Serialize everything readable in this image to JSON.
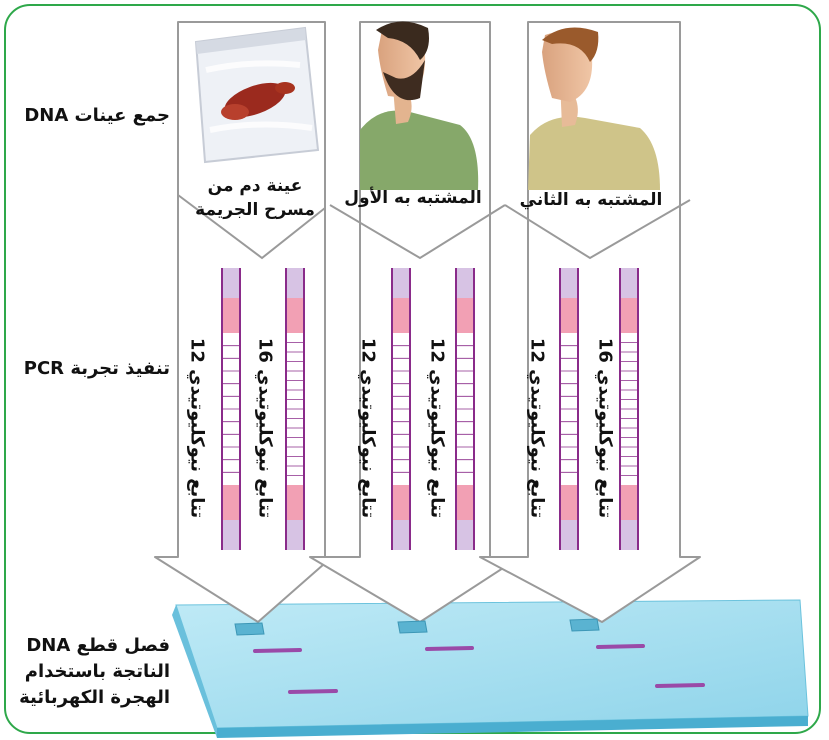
{
  "steps": {
    "collect": "جمع عينات DNA",
    "pcr": "تنفيذ تجربة PCR",
    "separate_line1": "فصل قطع DNA",
    "separate_line2": "الناتجة باستخدام",
    "separate_line3": "الهجرة الكهربائية"
  },
  "samples": [
    {
      "label_line1": "عينة دم من",
      "label_line2": "مسرح الجريمة",
      "picture": "blood-sample-bag",
      "strands": [
        {
          "repeats": 12,
          "text": "12 تتابع نيوكليوتيدي"
        },
        {
          "repeats": 16,
          "text": "16 تتابع نيوكليوتيدي"
        }
      ]
    },
    {
      "label_line1": "المشتبه به الأول",
      "label_line2": "",
      "picture": "bearded-man-profile",
      "strands": [
        {
          "repeats": 12,
          "text": "12 تتابع نيوكليوتيدي"
        },
        {
          "repeats": 12,
          "text": "12 تتابع نيوكليوتيدي"
        }
      ]
    },
    {
      "label_line1": "المشتبه به الثاني",
      "label_line2": "",
      "picture": "young-man-profile",
      "strands": [
        {
          "repeats": 12,
          "text": "12 تتابع نيوكليوتيدي"
        },
        {
          "repeats": 16,
          "text": "16 تتابع نيوكليوتيدي"
        }
      ]
    }
  ],
  "colors": {
    "frame": "#2ea84a",
    "arrow_fill": "#ffffff",
    "arrow_stroke": "#9a9a9a",
    "strand_border": "#8a2b8a",
    "strand_end": "#d7c3e4",
    "strand_flank": "#f2a0b4",
    "repeat_line": "#8a2b8a",
    "gel_top": "#a6dff0",
    "gel_side": "#5fb8d6",
    "band": "#9a4aa8"
  }
}
